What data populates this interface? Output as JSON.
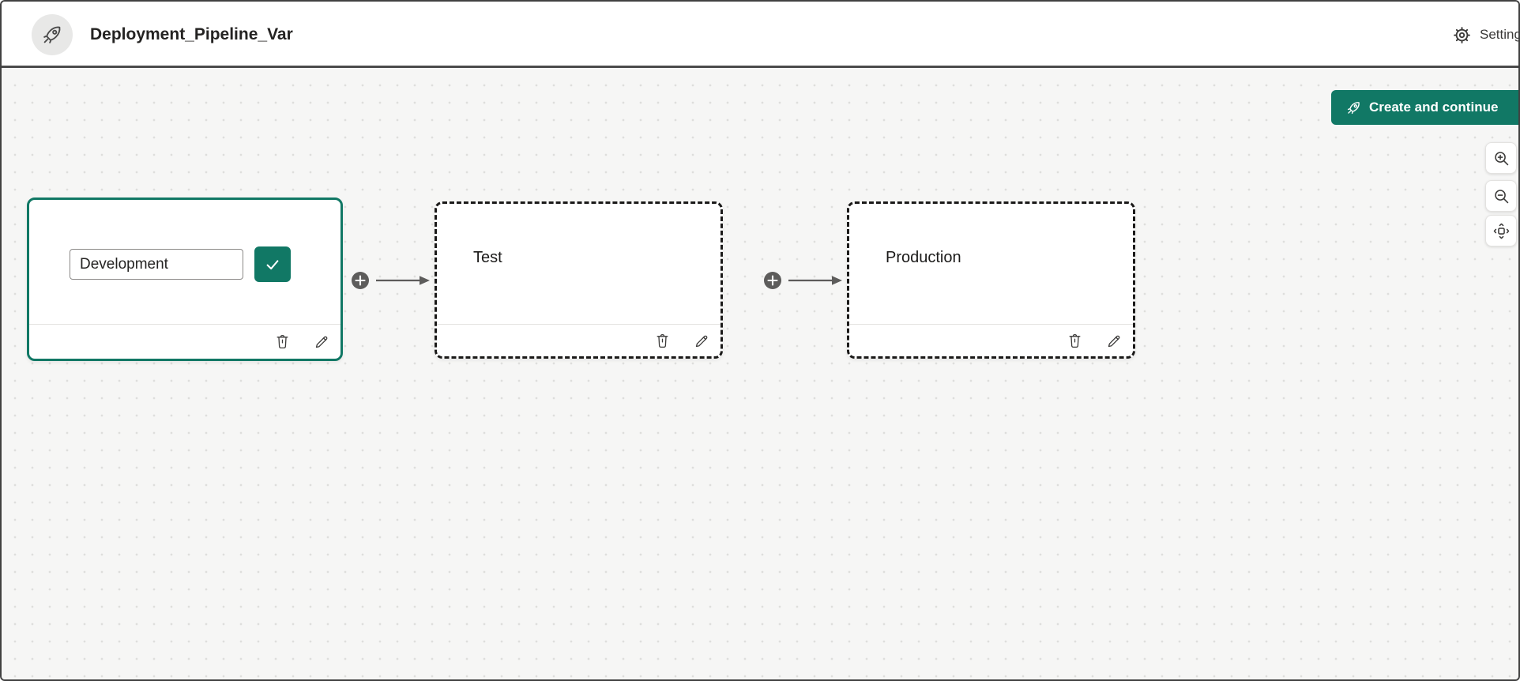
{
  "header": {
    "title": "Deployment_Pipeline_Var",
    "app_icon": "rocket-icon",
    "settings_label": "Settings"
  },
  "toolbar": {
    "create_label": "Create and continue",
    "create_icon": "rocket-icon"
  },
  "view_controls": {
    "zoom_in": "zoom-in",
    "zoom_out": "zoom-out",
    "fit_view": "fit-view"
  },
  "pipeline": {
    "stages": [
      {
        "id": "development",
        "state": "editing",
        "input_value": "Development",
        "confirm_icon": "checkmark-icon",
        "actions": [
          "delete",
          "edit"
        ]
      },
      {
        "id": "test",
        "state": "draft",
        "label": "Test",
        "actions": [
          "delete",
          "edit"
        ]
      },
      {
        "id": "production",
        "state": "draft",
        "label": "Production",
        "actions": [
          "delete",
          "edit"
        ]
      }
    ],
    "connectors": [
      {
        "from": "development",
        "to": "test",
        "add_icon": "plus-icon",
        "arrow_icon": "arrow-right-icon"
      },
      {
        "from": "test",
        "to": "production",
        "add_icon": "plus-icon",
        "arrow_icon": "arrow-right-icon"
      }
    ]
  },
  "colors": {
    "accent_teal": "#117865",
    "window_border": "#414141",
    "canvas_bg": "#f6f6f5",
    "canvas_dot": "#dededc",
    "connector_gray": "#5d5c5b",
    "icon_gray": "#3b3a39",
    "dashed_border": "#1b1a19"
  }
}
